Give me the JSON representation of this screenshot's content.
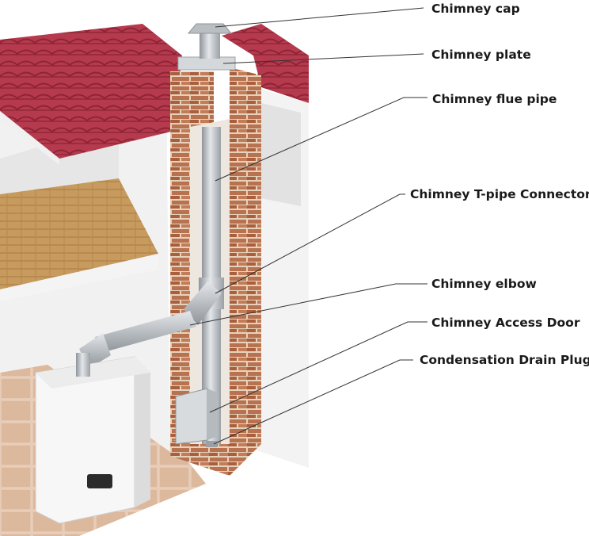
{
  "diagram": {
    "labels": [
      {
        "id": "cap",
        "text": "Chimney cap"
      },
      {
        "id": "plate",
        "text": "Chimney plate"
      },
      {
        "id": "flue",
        "text": "Chimney flue pipe"
      },
      {
        "id": "tpipe",
        "text": "Chimney T-pipe Connector"
      },
      {
        "id": "elbow",
        "text": "Chimney elbow"
      },
      {
        "id": "door",
        "text": "Chimney Access Door"
      },
      {
        "id": "drain",
        "text": "Condensation Drain Plug"
      }
    ]
  },
  "colors": {
    "roof": "#b53a4e",
    "brick": "#b9724f",
    "wall": "#eeeeee",
    "floor_wood": "#c79a5e",
    "tile": "#e0c0a8",
    "metal": "#c4c8cc"
  }
}
